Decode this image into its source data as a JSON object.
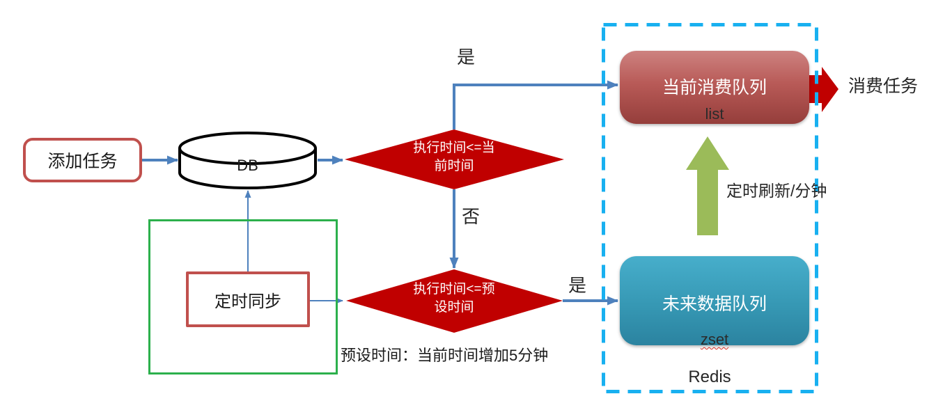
{
  "diagram": {
    "nodes": {
      "add_task": {
        "label": "添加任务"
      },
      "db": {
        "label": "DB"
      },
      "decision_current": {
        "line1": "执行时间<=当",
        "line2": "前时间"
      },
      "decision_preset": {
        "line1": "执行时间<=预",
        "line2": "设时间"
      },
      "current_queue": {
        "label": "当前消费队列",
        "sublabel": "list"
      },
      "future_queue": {
        "label": "未来数据队列",
        "sublabel": "zset"
      },
      "timer_sync": {
        "label": "定时同步"
      },
      "redis_group": {
        "label": "Redis"
      }
    },
    "edge_labels": {
      "yes_to_current": "是",
      "no_to_next": "否",
      "yes_to_future": "是",
      "refresh_interval": "定时刷新/分钟",
      "consume_task": "消费任务"
    },
    "notes": {
      "preset_time": "预设时间：当前时间增加5分钟"
    },
    "colors": {
      "connector_blue": "#4e81bd",
      "decision_red": "#c00000",
      "node_border_red": "#c0504d",
      "group_border_green": "#2cb04c",
      "refresh_arrow_green": "#9bbb59",
      "consume_arrow_red": "#c00000",
      "redis_dashed_blue": "#18b0f0",
      "current_queue_gradient_top": "#cd8280",
      "current_queue_gradient_bottom": "#953e3b",
      "future_queue_gradient_top": "#47aecb",
      "future_queue_gradient_bottom": "#2b83a0"
    }
  }
}
